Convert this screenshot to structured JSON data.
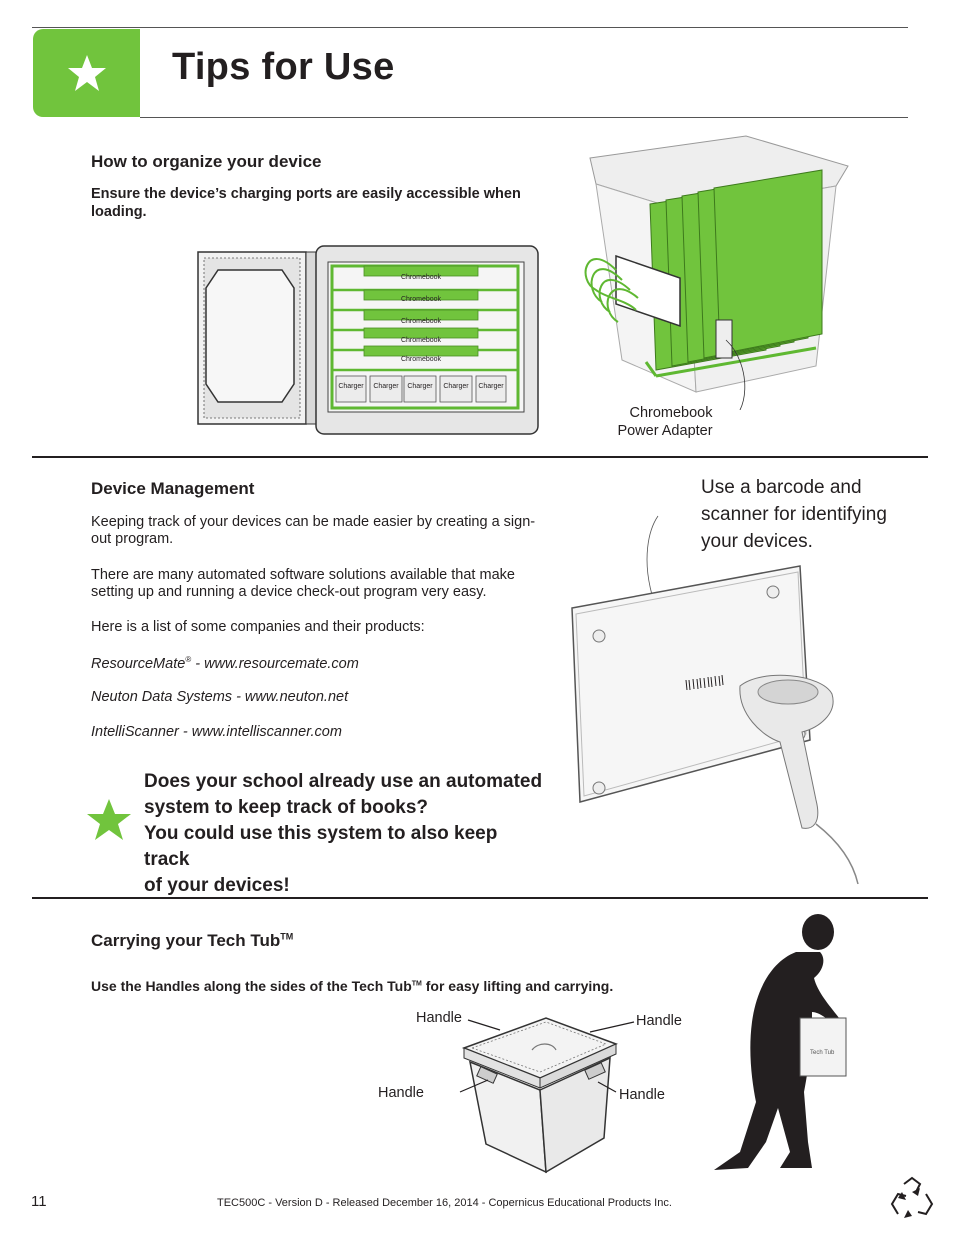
{
  "header": {
    "title": "Tips for Use",
    "accent_color": "#71c43d",
    "icon": "star-icon"
  },
  "organize": {
    "heading": "How to organize your device",
    "instruction": "Ensure the device’s charging ports are easily accessible when loading.",
    "diagram": {
      "chromebook_label": "Chromebook",
      "chromebook_slots": [
        "Chromebook",
        "Chromebook",
        "Chromebook",
        "Chromebook",
        "Chromebook"
      ],
      "charger_slots": [
        "Charger",
        "Charger",
        "Charger",
        "Charger",
        "Charger"
      ],
      "adapter_label_line1": "Chromebook",
      "adapter_label_line2": "Power Adapter"
    }
  },
  "device_management": {
    "heading": "Device Management",
    "para1": "Keeping track of your devices can be made easier by creating a sign-out program.",
    "para2": "There are many automated software solutions available that make setting up and running a device check-out program very easy.",
    "para3": "Here is a list of some companies and their products:",
    "products": [
      {
        "name": "ResourceMate",
        "mark": "®",
        "site": " - www.resourcemate.com"
      },
      {
        "name": "Neuton Data Systems",
        "mark": "",
        "site": " - www.neuton.net"
      },
      {
        "name": "IntelliScanner",
        "mark": "",
        "site": " - www.intelliscanner.com"
      }
    ],
    "barcode_note": "Use a barcode and scanner for identifying your devices.",
    "callout": "Does your school already use an automated system to keep track of books? You could use this system to also keep track of your devices!",
    "callout_lines": [
      "Does your school already use an automated",
      "system to keep track of books?",
      "You could use this system to also keep track",
      "of your devices!"
    ]
  },
  "carrying": {
    "heading": "Carrying your Tech Tub",
    "heading_mark": "TM",
    "instruction_pre": "Use the Handles along the sides of the Tech Tub",
    "instruction_mark": "TM",
    "instruction_post": " for easy lifting and carrying.",
    "handle_labels": [
      "Handle",
      "Handle",
      "Handle",
      "Handle"
    ],
    "tub_brand": "Tech Tub"
  },
  "footer": {
    "page_number": "11",
    "text": "TEC500C  - Version D - Released December 16, 2014 - Copernicus Educational Products Inc.",
    "recycle_icon": "recycle-icon"
  }
}
